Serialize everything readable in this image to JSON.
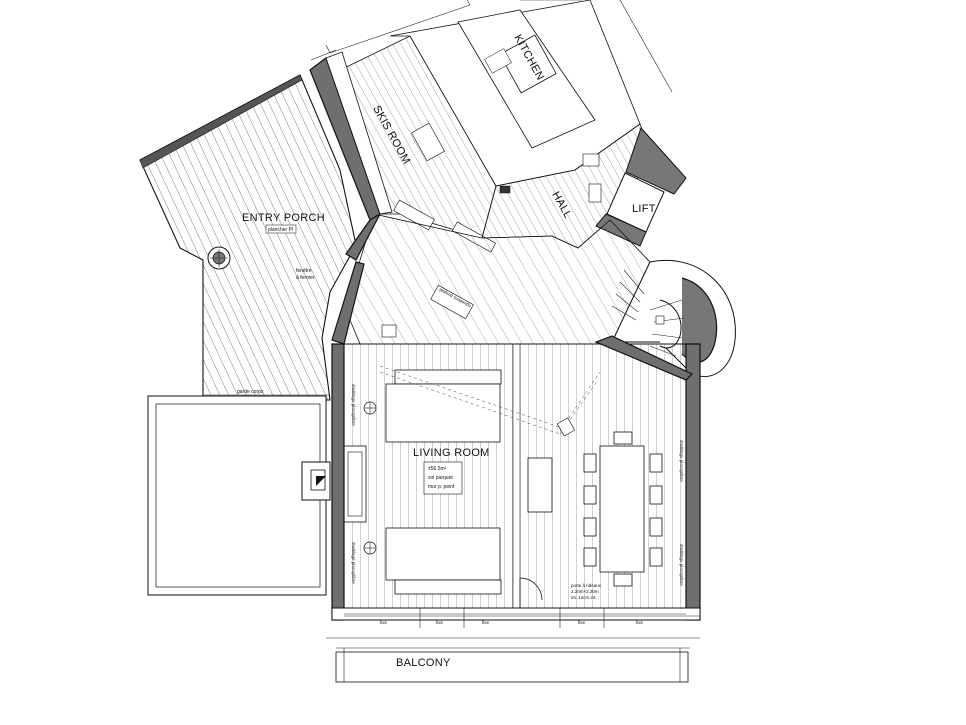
{
  "rooms": {
    "entry_porch": "ENTRY PORCH",
    "kitchen": "KITCHEN",
    "skis_room": "SKIS ROOM",
    "hall": "HALL",
    "lift": "LIFT",
    "living_room": "LIVING ROOM",
    "balcony": "BALCONY"
  },
  "notes": {
    "plancher": "plancher PI",
    "garde_corps": "garde corps",
    "fenetre": "fenêtre",
    "a_fermer": "à fermer",
    "pafond_suspendu": "plafond suspendu",
    "living_area": "±56.5m²",
    "living_floor": "sol parquet",
    "living_wall": "mur p. peint",
    "pocket_left": "doublage placoplâtre",
    "pocket_right": "doublage placoplâtre",
    "fixe": "fixe",
    "porte_fenetre": "porte à rideaux",
    "dim_window": "2.20m×2.20m",
    "int_note": "int. 12cm int."
  }
}
